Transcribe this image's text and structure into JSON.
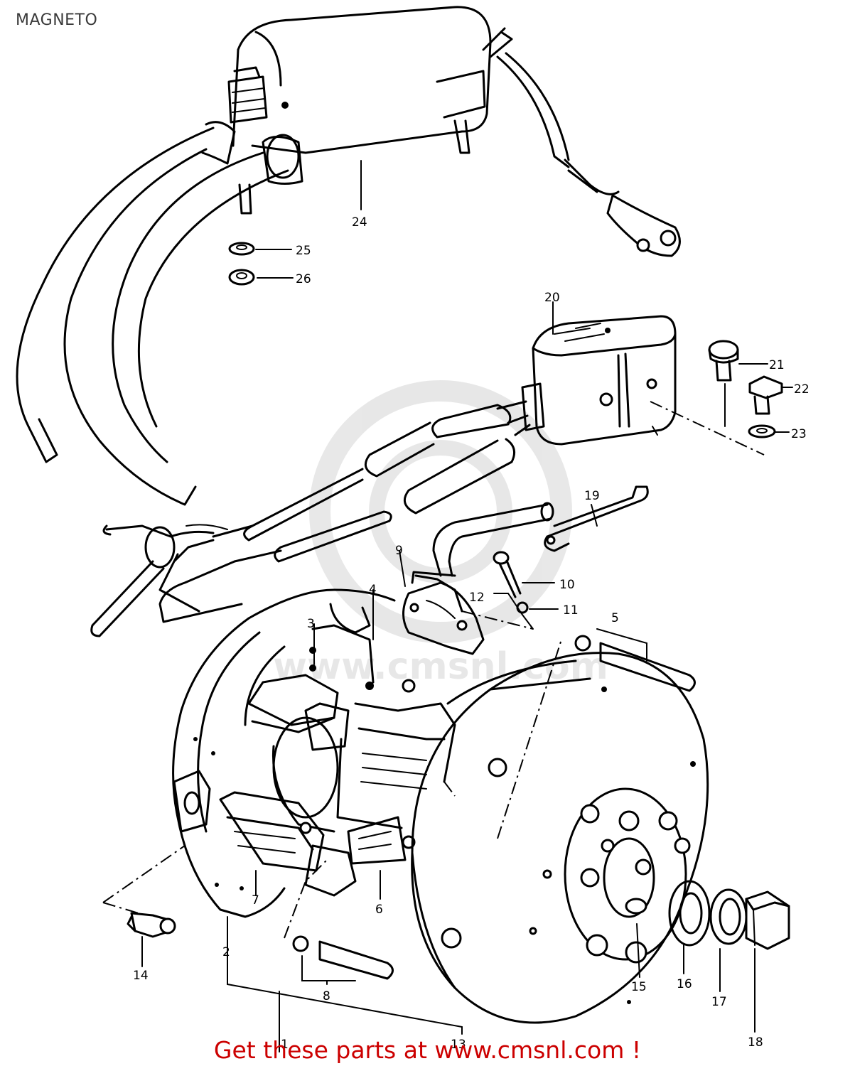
{
  "page": {
    "title": "MAGNETO",
    "footer": "Get these parts at www.cmsnl.com !",
    "footer_color": "#cc0000",
    "watermark": "www.cmsnl.com"
  },
  "callouts": {
    "c1": "1",
    "c2": "2",
    "c3": "3",
    "c4": "4",
    "c5": "5",
    "c6": "6",
    "c7": "7",
    "c8": "8",
    "c9": "9",
    "c10": "10",
    "c11": "11",
    "c12": "12",
    "c13": "13",
    "c14": "14",
    "c15": "15",
    "c16": "16",
    "c17": "17",
    "c18": "18",
    "c19": "19",
    "c20": "20",
    "c21": "21",
    "c22": "22",
    "c23": "23",
    "c24": "24",
    "c25": "25",
    "c26": "26"
  }
}
